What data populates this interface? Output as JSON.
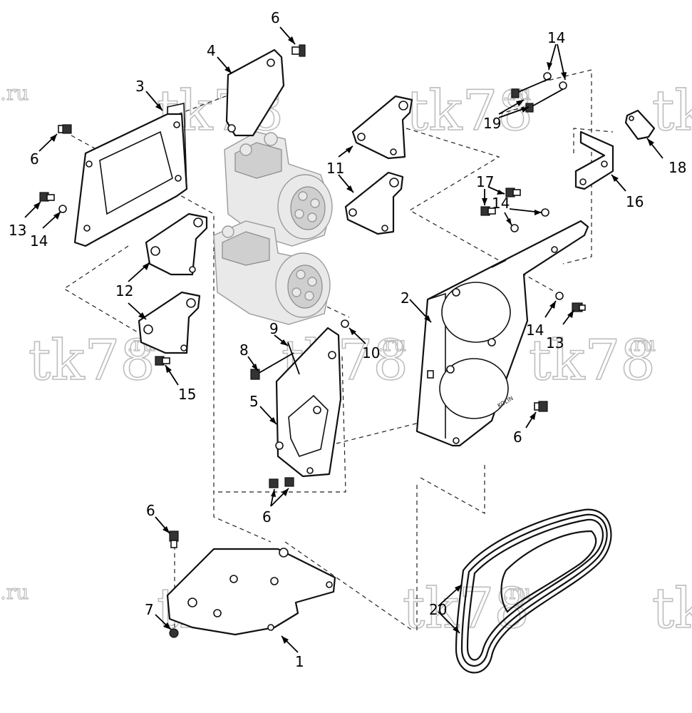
{
  "watermark": {
    "text": "tk78",
    "suffix": ".ru"
  },
  "callouts": [
    {
      "id": "c-6a",
      "label": "6"
    },
    {
      "id": "c-4",
      "label": "4"
    },
    {
      "id": "c-3",
      "label": "3"
    },
    {
      "id": "c-6b",
      "label": "6"
    },
    {
      "id": "c-13a",
      "label": "13"
    },
    {
      "id": "c-14a",
      "label": "14"
    },
    {
      "id": "c-12",
      "label": "12"
    },
    {
      "id": "c-15",
      "label": "15"
    },
    {
      "id": "c-11",
      "label": "11"
    },
    {
      "id": "c-19",
      "label": "19"
    },
    {
      "id": "c-14b",
      "label": "14"
    },
    {
      "id": "c-18",
      "label": "18"
    },
    {
      "id": "c-16",
      "label": "16"
    },
    {
      "id": "c-17",
      "label": "17"
    },
    {
      "id": "c-14c",
      "label": "14"
    },
    {
      "id": "c-2",
      "label": "2"
    },
    {
      "id": "c-14d",
      "label": "14"
    },
    {
      "id": "c-13b",
      "label": "13"
    },
    {
      "id": "c-6c",
      "label": "6"
    },
    {
      "id": "c-9",
      "label": "9"
    },
    {
      "id": "c-10",
      "label": "10"
    },
    {
      "id": "c-8",
      "label": "8"
    },
    {
      "id": "c-5",
      "label": "5"
    },
    {
      "id": "c-6d",
      "label": "6"
    },
    {
      "id": "c-6e",
      "label": "6"
    },
    {
      "id": "c-7",
      "label": "7"
    },
    {
      "id": "c-1",
      "label": "1"
    },
    {
      "id": "c-20",
      "label": "20"
    }
  ],
  "stamp": "KOLIN"
}
